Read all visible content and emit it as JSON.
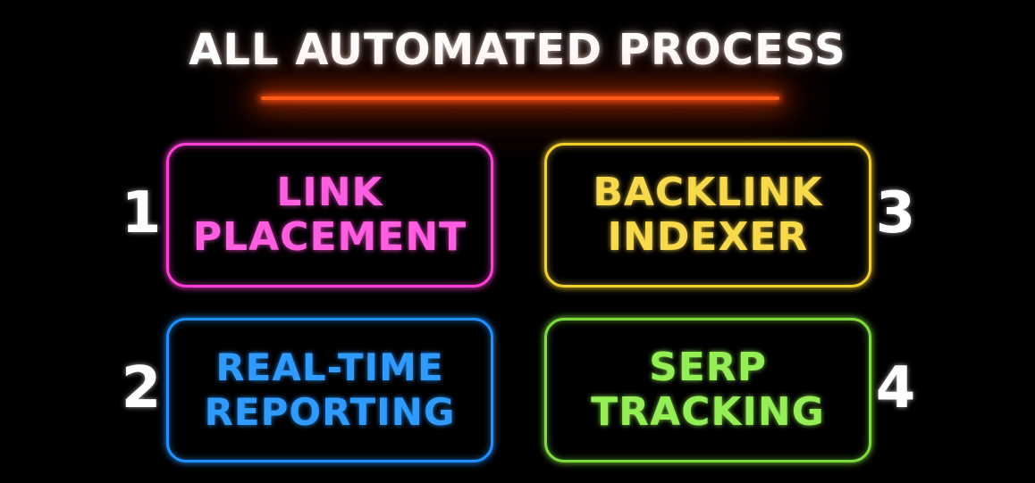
{
  "title": "ALL AUTOMATED PROCESS",
  "colors": {
    "background": "#000000",
    "title": "#ffffff",
    "accent_line": "#ff5a1a",
    "card1": "#ff3fd8",
    "card2": "#1e90ff",
    "card3": "#f2cf2a",
    "card4": "#7ddc3c"
  },
  "steps": [
    {
      "number": "1",
      "line1": "LINK",
      "line2": "PLACEMENT"
    },
    {
      "number": "2",
      "line1": "REAL-TIME",
      "line2": "REPORTING"
    },
    {
      "number": "3",
      "line1": "BACKLINK",
      "line2": "INDEXER"
    },
    {
      "number": "4",
      "line1": "SERP",
      "line2": "TRACKING"
    }
  ]
}
